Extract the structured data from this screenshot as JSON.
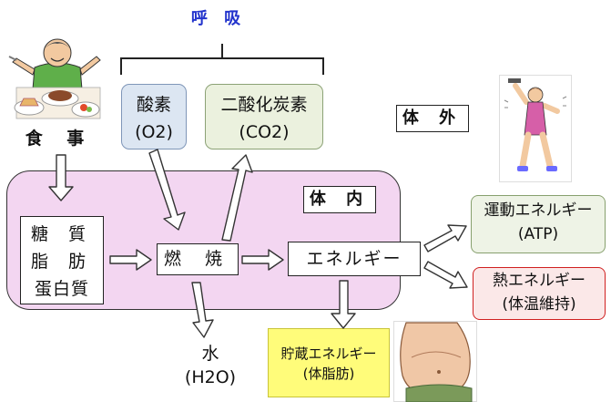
{
  "respiration": {
    "title": "呼 吸"
  },
  "meal": {
    "label": "食 事"
  },
  "oxygen": {
    "line1": "酸素",
    "line2": "(O2)"
  },
  "co2": {
    "line1": "二酸化炭素",
    "line2": "(CO2)"
  },
  "outside": {
    "label": "体 外"
  },
  "inside": {
    "label": "体 内"
  },
  "nutrients": {
    "line1": "糖 質",
    "line2": "脂 肪",
    "line3": "蛋白質"
  },
  "combustion": {
    "label": "燃 焼"
  },
  "energy": {
    "label": "エネルギー"
  },
  "motion_energy": {
    "line1": "運動エネルギー",
    "line2": "(ATP)"
  },
  "heat_energy": {
    "line1": "熱エネルギー",
    "line2": "(体温維持)"
  },
  "water": {
    "line1": "水",
    "line2": "(H2O)"
  },
  "stored_energy": {
    "line1": "貯蔵エネルギー",
    "line2": "(体脂肪)"
  },
  "colors": {
    "body_fill": "#f3d6f1",
    "oxygen_fill": "#dce6f2",
    "co2_fill": "#ebf1de",
    "heat_border": "#d02020",
    "storage_fill": "#fffc7a",
    "title_color": "#2233cc"
  }
}
